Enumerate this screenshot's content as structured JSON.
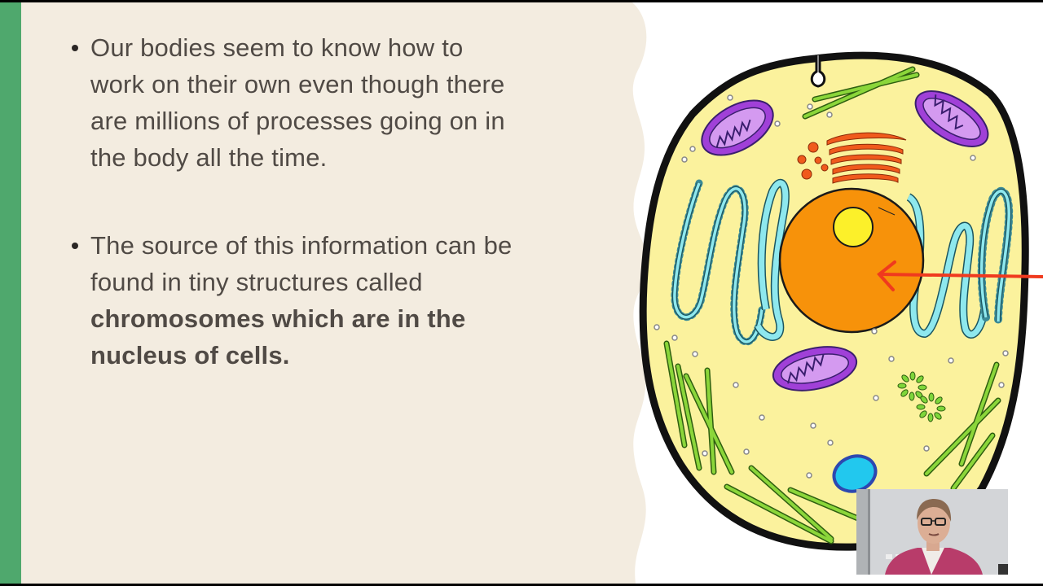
{
  "theme": {
    "accent": "#4fa86d",
    "panel_bg": "#f3ece0",
    "text_color": "#504a45",
    "arrow_color": "#f03a1e"
  },
  "slide": {
    "bullets": [
      {
        "lines": [
          {
            "text": "Our bodies seem to know how to",
            "bold": false
          },
          {
            "text": "work on their own even though there",
            "bold": false
          },
          {
            "text": "are millions of processes going on in",
            "bold": false
          },
          {
            "text": "the body all the time.",
            "bold": false
          }
        ]
      },
      {
        "lines": [
          {
            "text": "The source of this information can be",
            "bold": false
          },
          {
            "text": "found in tiny structures called",
            "bold": false
          },
          {
            "text": "chromosomes which are in the",
            "bold": true
          },
          {
            "text": "nucleus of cells.",
            "bold": true
          }
        ]
      }
    ],
    "diagram": {
      "subject": "animal-cell",
      "labels": [],
      "pointer": "red-arrow pointing to nucleus"
    }
  },
  "webcam": {
    "label": "presenter video overlay"
  }
}
